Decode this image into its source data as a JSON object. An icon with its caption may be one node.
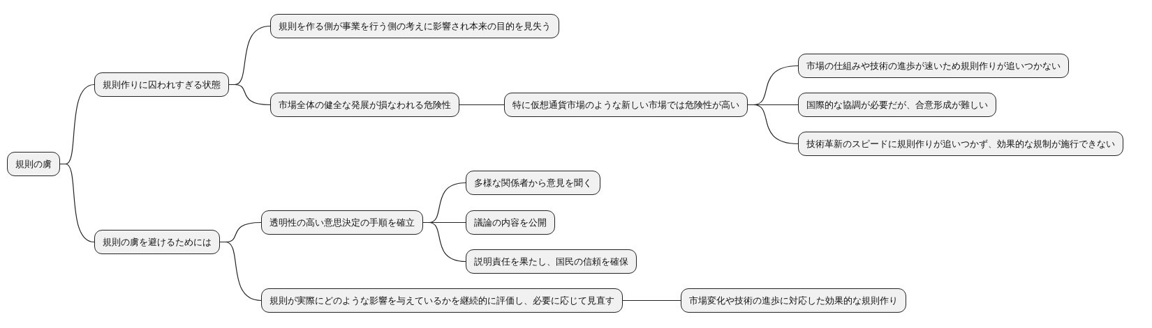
{
  "diagram": {
    "nodes": [
      {
        "text": [
          "規則の虜"
        ]
      },
      {
        "text": [
          "規則作りに囚われすぎる状態"
        ]
      },
      {
        "text": [
          "規則を作る側が事業を行う側の考えに影響され本来の目的を見失う"
        ]
      },
      {
        "text": [
          "市場全体の健全な発展が損なわれる危険性"
        ]
      },
      {
        "text": [
          "特に仮想通貨市場のような新しい市場では危険性が高い"
        ]
      },
      {
        "text": [
          "市場の仕組みや技術の進歩が速いため規則作りが追いつかない"
        ]
      },
      {
        "text": [
          "国際的な協調が必要だが、合意形成が難しい"
        ]
      },
      {
        "text": [
          "技術革新のスピードに規則作りが追いつかず、効果的な規制が施行できない"
        ]
      },
      {
        "text": [
          "規則の虜を避けるためには"
        ]
      },
      {
        "text": [
          "透明性の高い意思決定の手順を確立"
        ]
      },
      {
        "text": [
          "多様な関係者から意見を聞く"
        ]
      },
      {
        "text": [
          "議論の内容を公開"
        ]
      },
      {
        "text": [
          "説明責任を果たし、国民の信頼を確保"
        ]
      },
      {
        "text": [
          "規則が実際にどのような影響を与えているかを継続的に評価し、必要に応じて見直す"
        ]
      },
      {
        "text": [
          "市場変化や技術の進歩に対応した効果的な規則作り"
        ]
      }
    ],
    "edges": [
      {
        "from": 0,
        "to": 1,
        "arrow": "none"
      },
      {
        "from": 1,
        "to": 2,
        "arrow": "none"
      },
      {
        "from": 1,
        "to": 3,
        "arrow": "none"
      },
      {
        "from": 3,
        "to": 4,
        "arrow": "none"
      },
      {
        "from": 4,
        "to": 5,
        "arrow": "none"
      },
      {
        "from": 4,
        "to": 6,
        "arrow": "none"
      },
      {
        "from": 4,
        "to": 7,
        "arrow": "none"
      },
      {
        "from": 0,
        "to": 8,
        "arrow": "none"
      },
      {
        "from": 8,
        "to": 9,
        "arrow": "none"
      },
      {
        "from": 9,
        "to": 10,
        "arrow": "none"
      },
      {
        "from": 9,
        "to": 11,
        "arrow": "none"
      },
      {
        "from": 9,
        "to": 12,
        "arrow": "none"
      },
      {
        "from": 8,
        "to": 13,
        "arrow": "none"
      },
      {
        "from": 13,
        "to": 14,
        "arrow": "none"
      }
    ]
  }
}
